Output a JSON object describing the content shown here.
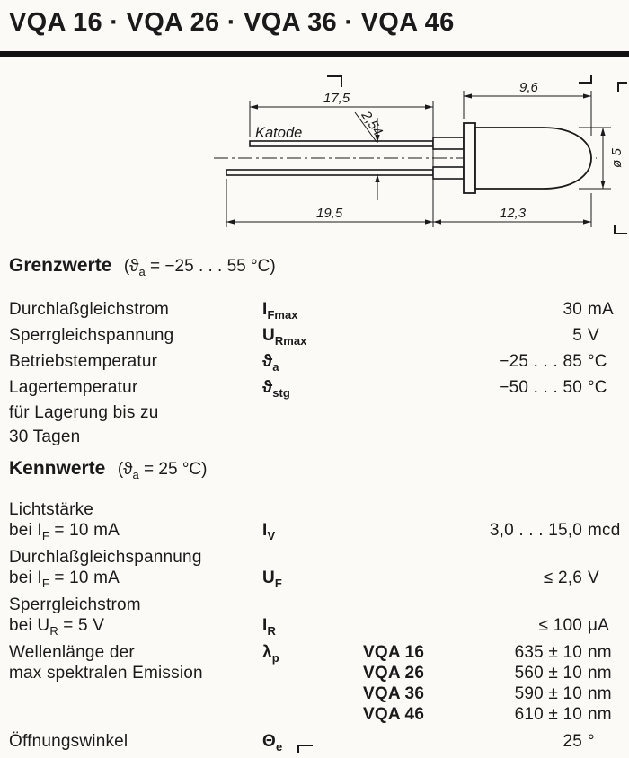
{
  "page": {
    "title": "VQA 16 · VQA 26 · VQA 36 · VQA 46"
  },
  "drawing": {
    "katode_label": "Katode",
    "dims": {
      "top_left": "17,5",
      "top_right": "9,6",
      "pitch": "2,54",
      "diameter": "ø 5",
      "bottom_left": "19,5",
      "bottom_right": "12,3"
    }
  },
  "grenzwerte": {
    "heading": "Grenzwerte",
    "condition": [
      {
        "t": "(ϑ"
      },
      {
        "t": "a",
        "sub": true
      },
      {
        "t": " = −25 . . . 55 °C)"
      }
    ],
    "rows": [
      {
        "label": "Durchlaßgleichstrom",
        "symbol": [
          {
            "t": "I"
          },
          {
            "t": "Fmax",
            "sub": true
          }
        ],
        "value": "30",
        "unit": "mA"
      },
      {
        "label": "Sperrgleichspannung",
        "symbol": [
          {
            "t": "U"
          },
          {
            "t": "Rmax",
            "sub": true
          }
        ],
        "value": "5",
        "unit": "V"
      },
      {
        "label": "Betriebstemperatur",
        "symbol": [
          {
            "t": "ϑ"
          },
          {
            "t": "a",
            "sub": true
          }
        ],
        "value": "−25 . . . 85",
        "unit": "°C"
      },
      {
        "label": "Lagertemperatur",
        "label2": "für Lagerung bis zu",
        "label3": "30 Tagen",
        "symbol": [
          {
            "t": "ϑ"
          },
          {
            "t": "stg",
            "sub": true
          }
        ],
        "value": "−50 . . . 50",
        "unit": "°C"
      }
    ]
  },
  "kennwerte": {
    "heading": "Kennwerte",
    "condition": [
      {
        "t": "(ϑ"
      },
      {
        "t": "a",
        "sub": true
      },
      {
        "t": " = 25 °C)"
      }
    ],
    "rows": [
      {
        "label1": "Lichtstärke",
        "label2": [
          {
            "t": "bei I"
          },
          {
            "t": "F",
            "sub": true
          },
          {
            "t": " = 10 mA"
          }
        ],
        "symbol": [
          {
            "t": "I"
          },
          {
            "t": "V",
            "sub": true
          }
        ],
        "value": "3,0 . . . 15,0",
        "unit": "mcd"
      },
      {
        "label1": "Durchlaßgleichspannung",
        "label2": [
          {
            "t": "bei I"
          },
          {
            "t": "F",
            "sub": true
          },
          {
            "t": " = 10 mA"
          }
        ],
        "symbol": [
          {
            "t": "U"
          },
          {
            "t": "F",
            "sub": true
          }
        ],
        "value": "≤ 2,6",
        "unit": "V"
      },
      {
        "label1": "Sperrgleichstrom",
        "label2": [
          {
            "t": "bei U"
          },
          {
            "t": "R",
            "sub": true
          },
          {
            "t": " = 5 V"
          }
        ],
        "symbol": [
          {
            "t": "I"
          },
          {
            "t": "R",
            "sub": true
          }
        ],
        "value": "≤ 100",
        "unit": "μA"
      },
      {
        "label1": "Wellenlänge der",
        "label2": "max spektralen Emission",
        "symbol": [
          {
            "t": "λ"
          },
          {
            "t": "p",
            "sub": true
          }
        ],
        "variants": [
          {
            "name": "VQA 16",
            "value": "635 ± 10",
            "unit": "nm"
          },
          {
            "name": "VQA 26",
            "value": "560 ± 10",
            "unit": "nm"
          },
          {
            "name": "VQA 36",
            "value": "590 ± 10",
            "unit": "nm"
          },
          {
            "name": "VQA 46",
            "value": "610 ± 10",
            "unit": "nm"
          }
        ]
      },
      {
        "label1": "Öffnungswinkel",
        "symbol": [
          {
            "t": "Θ"
          },
          {
            "t": "e",
            "sub": true
          }
        ],
        "value": "25",
        "unit": "°"
      }
    ]
  }
}
